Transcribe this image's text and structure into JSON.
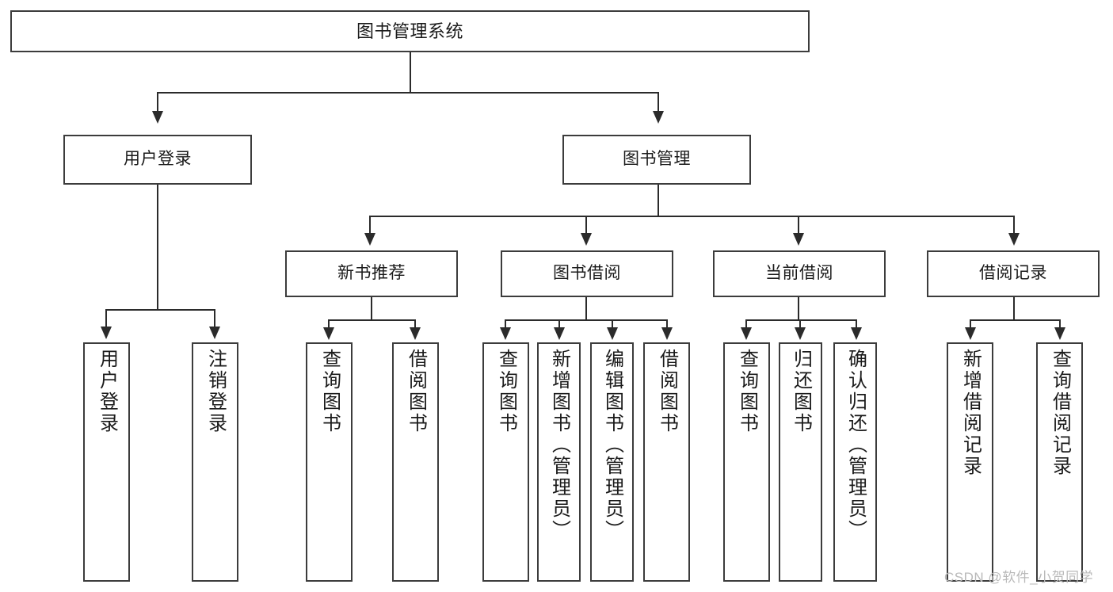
{
  "diagram": {
    "title": "图书管理系统",
    "watermark": "CSDN @软件_小贺同学",
    "colors": {
      "box_border": "#3c3c3c",
      "connector": "#2b2b2b",
      "background": "#ffffff",
      "text": "#1a1a1a",
      "watermark": "#b9b9b9"
    },
    "levels": {
      "root": "图书管理系统",
      "level2": [
        "用户登录",
        "图书管理"
      ],
      "level3": [
        "新书推荐",
        "图书借阅",
        "当前借阅",
        "借阅记录"
      ]
    },
    "nodes": {
      "root": {
        "label": "图书管理系统"
      },
      "user_login": {
        "label": "用户登录"
      },
      "book_manage": {
        "label": "图书管理"
      },
      "new_book_rec": {
        "label": "新书推荐"
      },
      "book_borrow": {
        "label": "图书借阅"
      },
      "current_borrow": {
        "label": "当前借阅"
      },
      "borrow_record": {
        "label": "借阅记录"
      },
      "leaf_user_login": {
        "label": "用户登录"
      },
      "leaf_logout": {
        "label": "注销登录"
      },
      "leaf_query_book_1": {
        "label": "查询图书"
      },
      "leaf_borrow_book_1": {
        "label": "借阅图书"
      },
      "leaf_query_book_2": {
        "label": "查询图书"
      },
      "leaf_add_book": {
        "label": "新增图书（管理员）"
      },
      "leaf_edit_book": {
        "label": "编辑图书（管理员）"
      },
      "leaf_borrow_book_2": {
        "label": "借阅图书"
      },
      "leaf_query_book_3": {
        "label": "查询图书"
      },
      "leaf_return_book": {
        "label": "归还图书"
      },
      "leaf_confirm_return": {
        "label": "确认归还（管理员）"
      },
      "leaf_add_record": {
        "label": "新增借阅记录"
      },
      "leaf_query_record": {
        "label": "查询借阅记录"
      }
    }
  }
}
